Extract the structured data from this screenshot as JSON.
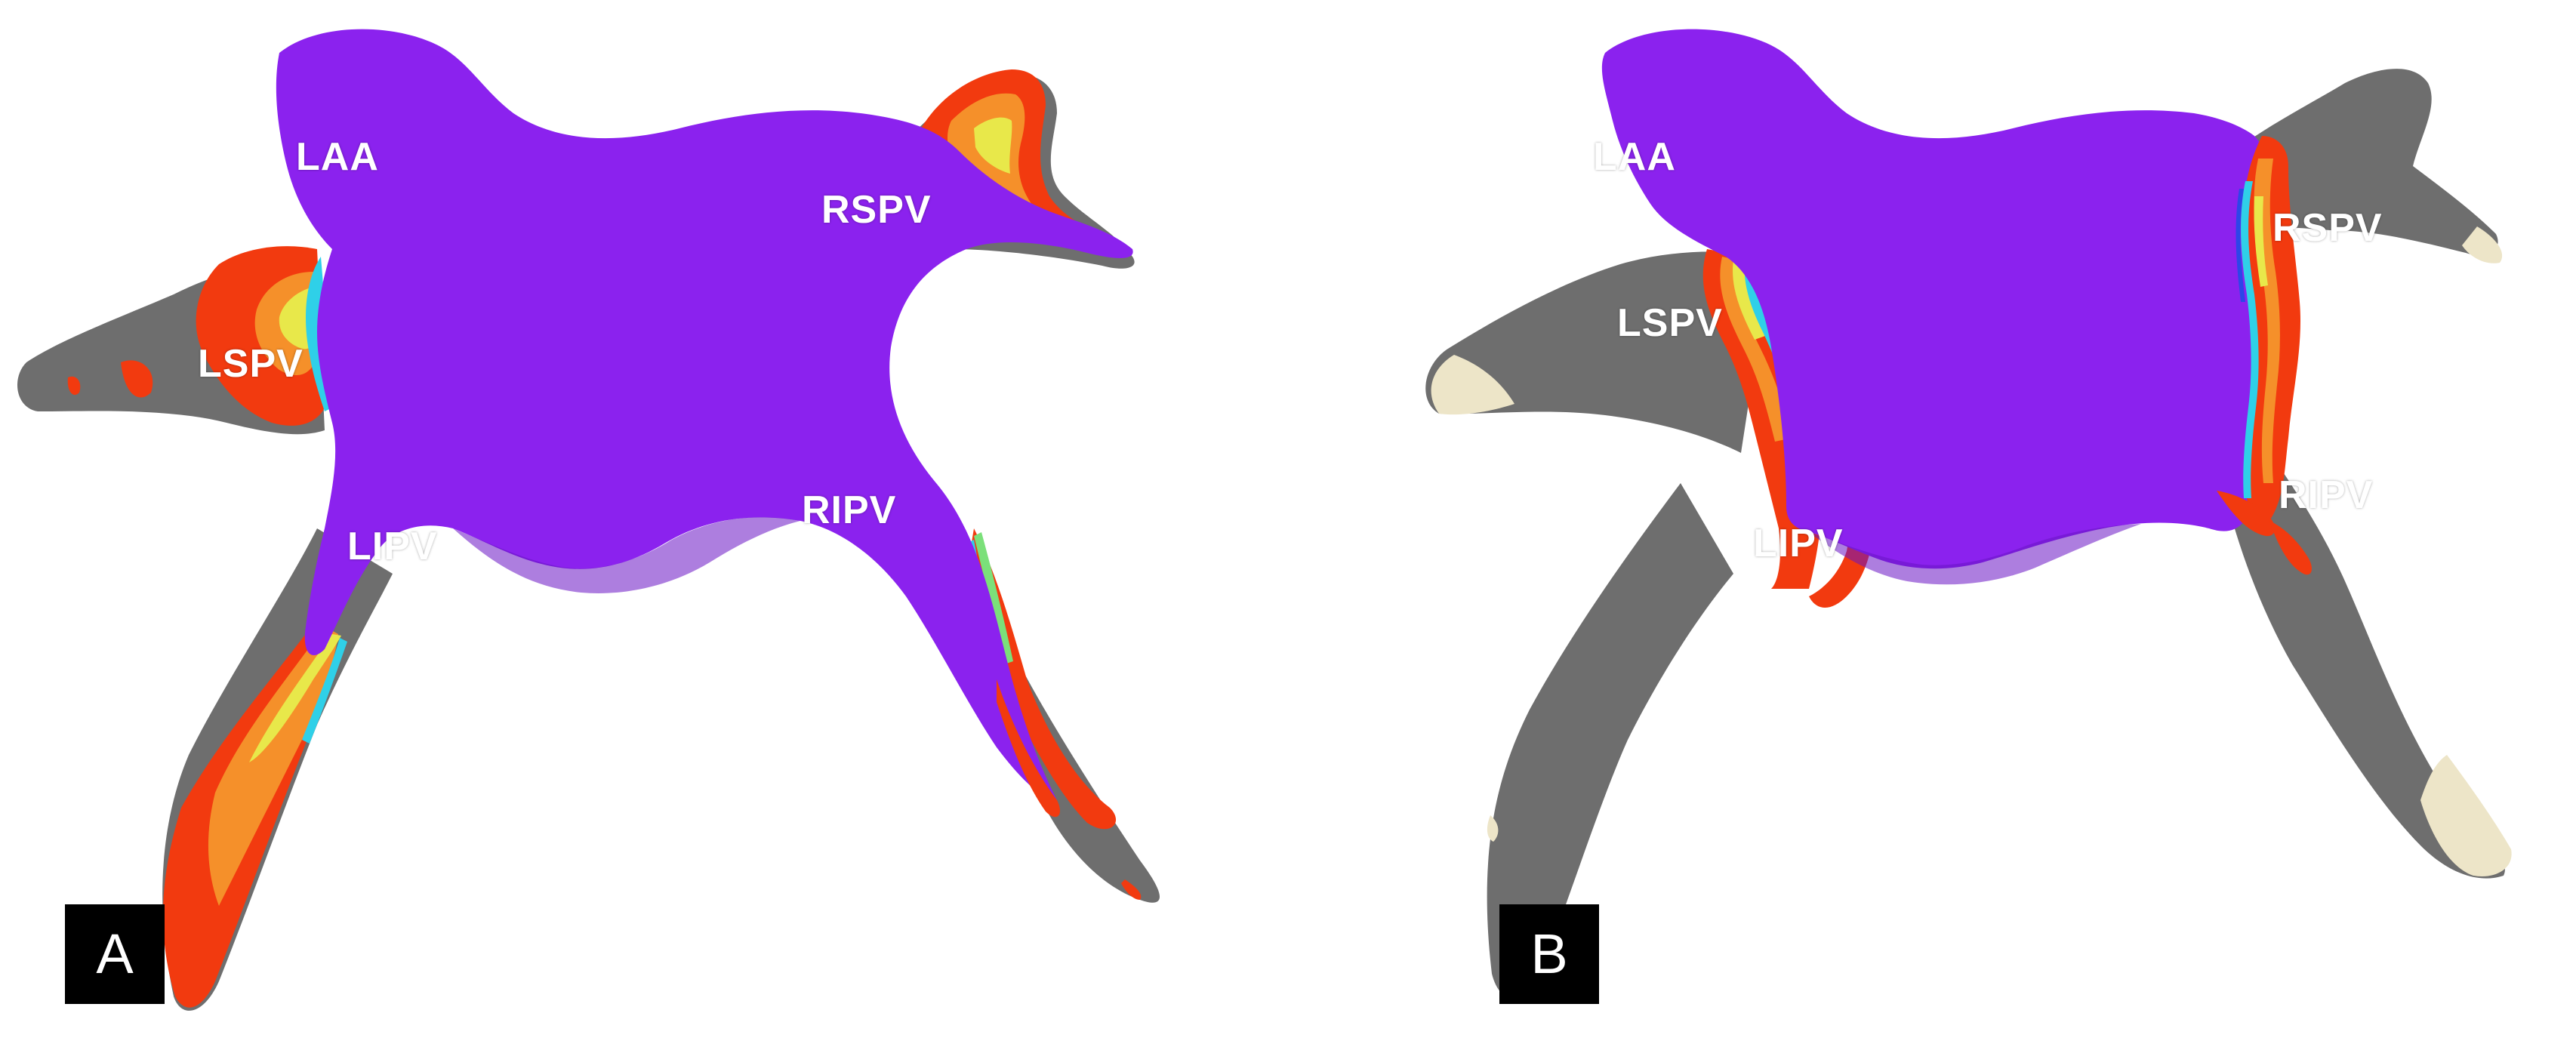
{
  "panels": [
    {
      "badge": "A",
      "labels": {
        "laa": "LAA",
        "rspv": "RSPV",
        "lspv": "LSPV",
        "lipv": "LIPV",
        "ripv": "RIPV"
      }
    },
    {
      "badge": "B",
      "labels": {
        "laa": "LAA",
        "rspv": "RSPV",
        "lspv": "LSPV",
        "lipv": "LIPV",
        "ripv": "RIPV"
      }
    }
  ],
  "colors": {
    "atrium": "#8B22EE",
    "atrium_shadow": "#6A14C4",
    "vein_gray": "#6E6E6E",
    "vein_tip": "#EDE5C8",
    "heat_red": "#F23A0F",
    "heat_orange": "#F5902A",
    "heat_yellow": "#E8E84A",
    "heat_green": "#7BE07A",
    "heat_cyan": "#2FD0E8",
    "heat_blue": "#2C46E8"
  }
}
